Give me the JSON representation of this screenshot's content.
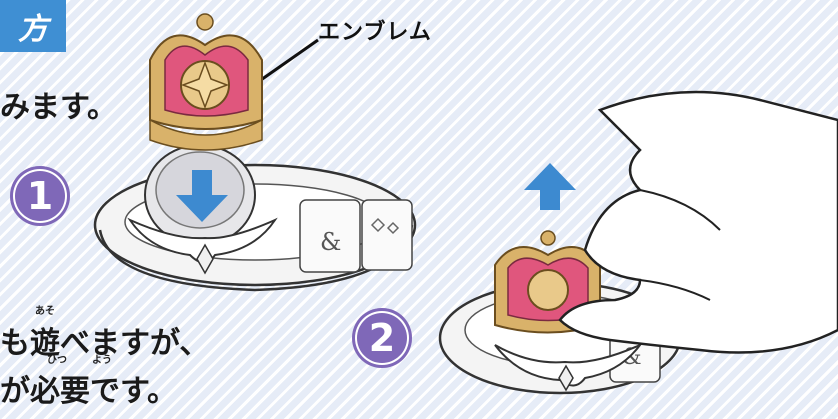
{
  "header": {
    "tab_label": "方"
  },
  "callout": {
    "emblem_label": "エンブレム"
  },
  "instructions": {
    "line1": "みます。",
    "line2": "も遊べますが、",
    "line3": "が必要です。",
    "ruby_asobi": "あそ",
    "ruby_hitsu": "ひつ",
    "ruby_you": "よう"
  },
  "steps": [
    {
      "number": "1"
    },
    {
      "number": "2"
    }
  ],
  "colors": {
    "tab_blue": "#3f8fd3",
    "badge_purple": "#7f68b8",
    "arrow_blue": "#3d8ad0",
    "gold": "#d9b26a",
    "heart_pink": "#e0567d"
  }
}
